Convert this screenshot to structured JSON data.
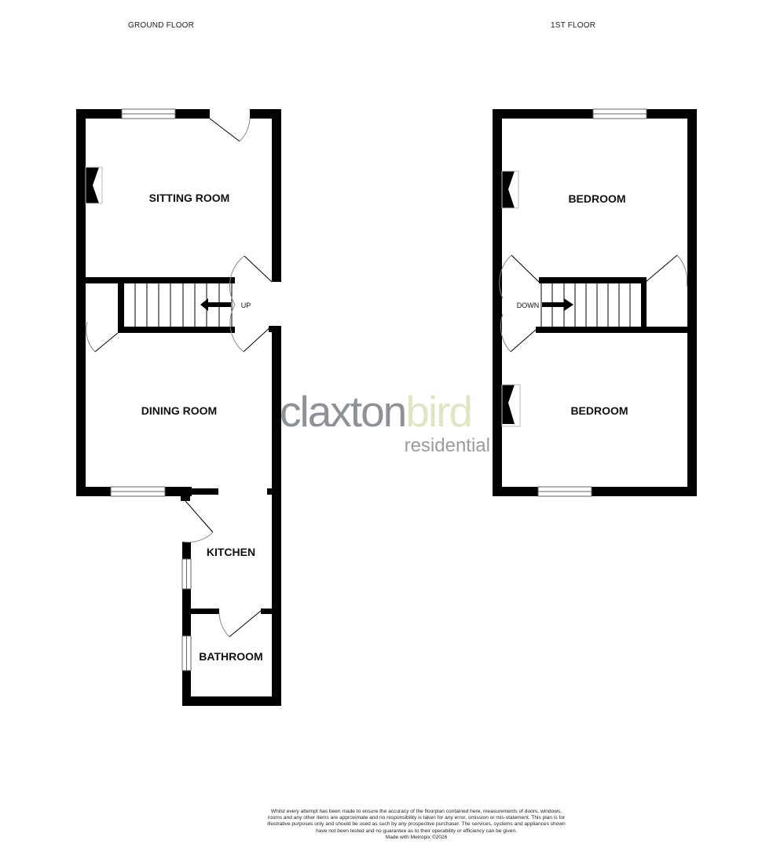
{
  "floors": {
    "ground": {
      "title": "GROUND FLOOR",
      "rooms": {
        "sitting_room": "SITTING ROOM",
        "dining_room": "DINING ROOM",
        "kitchen": "KITCHEN",
        "bathroom": "BATHROOM"
      },
      "stairs_label": "UP"
    },
    "first": {
      "title": "1ST FLOOR",
      "rooms": {
        "bedroom_front": "BEDROOM",
        "bedroom_rear": "BEDROOM"
      },
      "stairs_label": "DOWN"
    }
  },
  "logo": {
    "part1": "claxton",
    "part2": "bird",
    "subtitle": "residential",
    "colors": {
      "part1": "#8e9196",
      "part2": "#dfe6c3",
      "subtitle": "#9a9ca0"
    }
  },
  "disclaimer": {
    "text": "Whilst every attempt has been made to ensure the accuracy of the floorplan contained here, measurements of doors, windows, rooms and any other items are approximate and no responsibility is taken for any error, omission or mis-statement. This plan is for illustrative purposes only and should be used as such by any prospective purchaser. The services, systems and appliances shown have not been tested and no guarantee as to their operability or efficiency can be given.",
    "credit": "Made with Metropix ©2026"
  }
}
